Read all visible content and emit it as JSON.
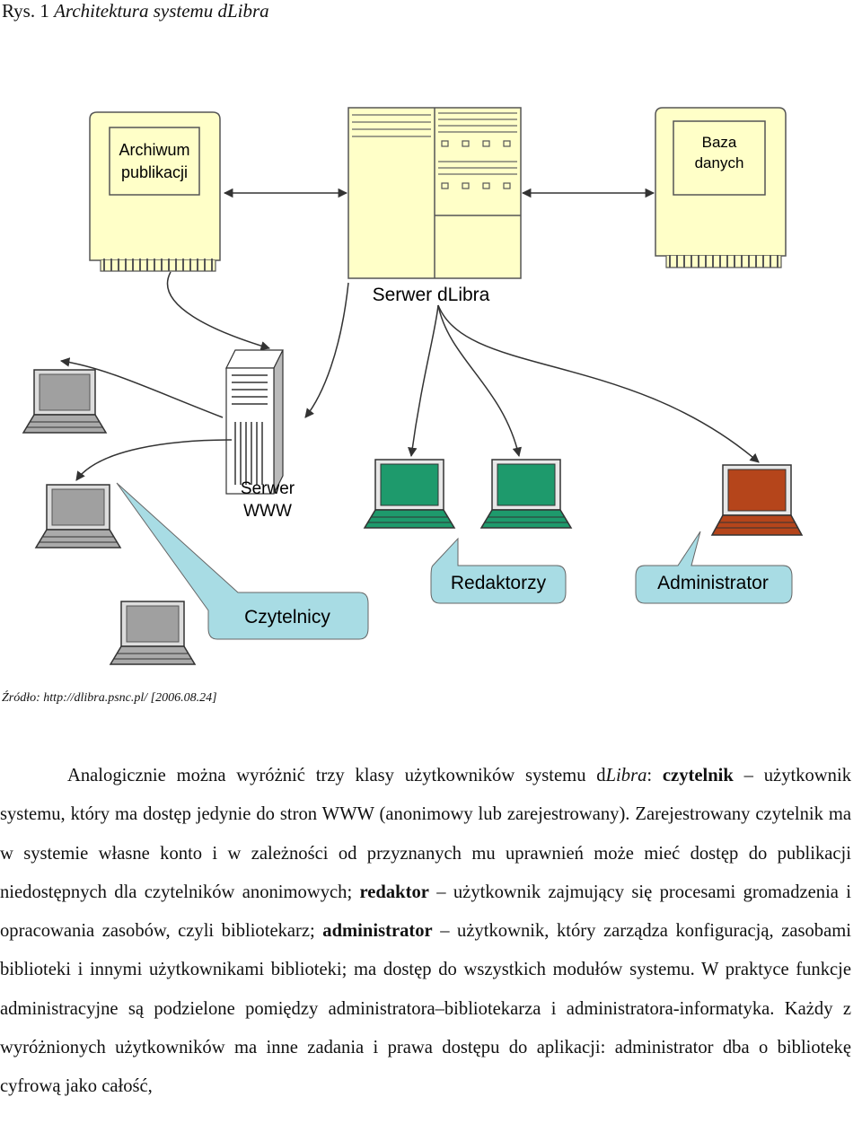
{
  "caption": {
    "prefix": "Rys. 1 ",
    "title": "Architektura systemu dLibra"
  },
  "diagram": {
    "archive_line1": "Archiwum",
    "archive_line2": "publikacji",
    "db_line1": "Baza",
    "db_line2": "danych",
    "server_dlibra": "Serwer dLibra",
    "server_www_line1": "Serwer",
    "server_www_line2": "WWW",
    "callout_readers": "Czytelnicy",
    "callout_editors": "Redaktorzy",
    "callout_admin": "Administrator",
    "colors": {
      "computer_fill": "#ffffc8",
      "callout_fill": "#a8dce4",
      "editor_screen": "#1e9a6c",
      "admin_screen": "#b5451b",
      "laptop_screen": "#a0a0a0"
    }
  },
  "source": "Źródło: http://dlibra.psnc.pl/ [2006.08.24]",
  "body": {
    "s1": "Analogicznie można wyróżnić trzy klasy użytkowników systemu ",
    "s1_d": "d",
    "s1_libra": "Libra",
    "s1_colon": ": ",
    "term_reader": "czytelnik",
    "s2": " – użytkownik systemu, który ma dostęp jedynie do stron WWW (anonimowy lub zarejestrowany). Zarejestrowany czytelnik ma w systemie własne konto i w zależności od przyznanych mu uprawnień może mieć dostęp do publikacji niedostępnych dla czytelników anonimowych; ",
    "term_editor": "redaktor",
    "s3": " – użytkownik zajmujący się procesami gromadzenia i opracowania zasobów, czyli bibliotekarz; ",
    "term_admin": "administrator",
    "s4": " – użytkownik, który zarządza konfiguracją, zasobami biblioteki i innymi użytkownikami biblioteki; ma dostęp do wszystkich modułów systemu. W praktyce funkcje administracyjne są podzielone pomiędzy administratora–bibliotekarza i administratora-informatyka. Każdy z wyróżnionych użytkowników ma inne zadania i prawa dostępu do aplikacji: administrator dba o bibliotekę cyfrową jako całość,"
  }
}
